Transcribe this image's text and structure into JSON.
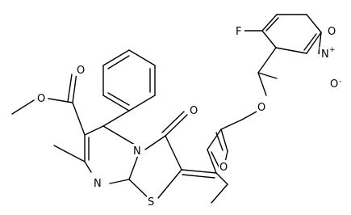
{
  "molecule": {
    "atoms": {
      "fluorine": "F",
      "nitro_nitrogen": "N",
      "nitro_plus": "+",
      "nitro_oxygen_double": "O",
      "nitro_oxygen_single": "O",
      "nitro_minus": "-",
      "ether_oxygen": "O",
      "furan_oxygen": "O",
      "ring_nitrogen_top": "N",
      "ring_nitrogen_bottom": "N",
      "ketone_oxygen": "O",
      "sulfur": "S",
      "ester_carbonyl_oxygen": "O",
      "ester_oxygen": "O"
    },
    "colors": {
      "bond": "#000000",
      "text": "#000000",
      "background": "#ffffff"
    }
  }
}
